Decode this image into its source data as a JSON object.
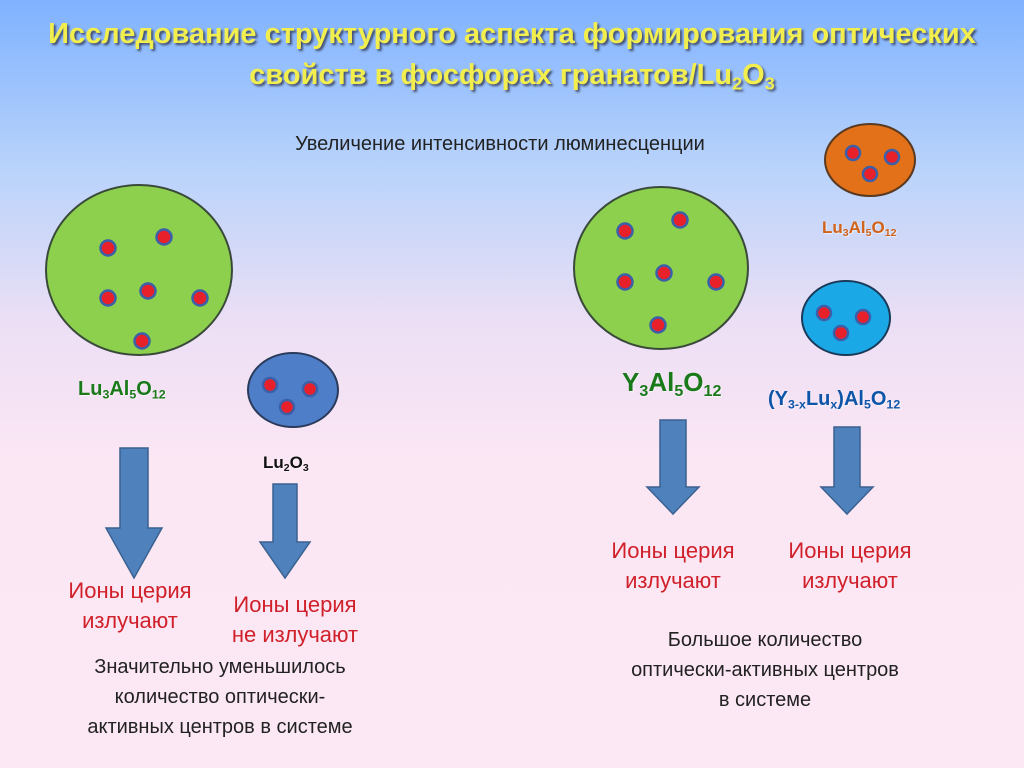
{
  "title": {
    "line1": "Исследование структурного аспекта формирования оптических",
    "line2_prefix": "свойств в фосфорах гранатов/Lu",
    "sub_2": "2",
    "o": "O",
    "sub_3": "3"
  },
  "subtitle": "Увеличение интенсивности люминесценции",
  "formulas": {
    "lu": "Lu",
    "al": "Al",
    "o": "O",
    "y": "Y",
    "paren_open": "(",
    "paren_close": ")",
    "x": "x",
    "s3": "3",
    "s5": "5",
    "s12": "12",
    "s2": "2",
    "s3x": "3-x"
  },
  "labels": {
    "left_emit": "Ионы церия\nизлучают",
    "left_no_emit": "Ионы церия\nне излучают",
    "right_emit_1": "Ионы церия\nизлучают",
    "right_emit_2": "Ионы церия\nизлучают"
  },
  "notes": {
    "left": "Значительно уменьшилось\nколичество оптически-\nактивных центров в системе",
    "right": "Большое количество\nоптически-активных центров\nв системе"
  },
  "colors": {
    "title": "#f2ee4e",
    "green_particle": "#8dd04e",
    "blue_particle": "#4f7ec9",
    "orange_particle": "#e2711a",
    "cyan_particle": "#1aa9e6",
    "dot": "#e8202a",
    "arrow": "#4f81bd"
  }
}
